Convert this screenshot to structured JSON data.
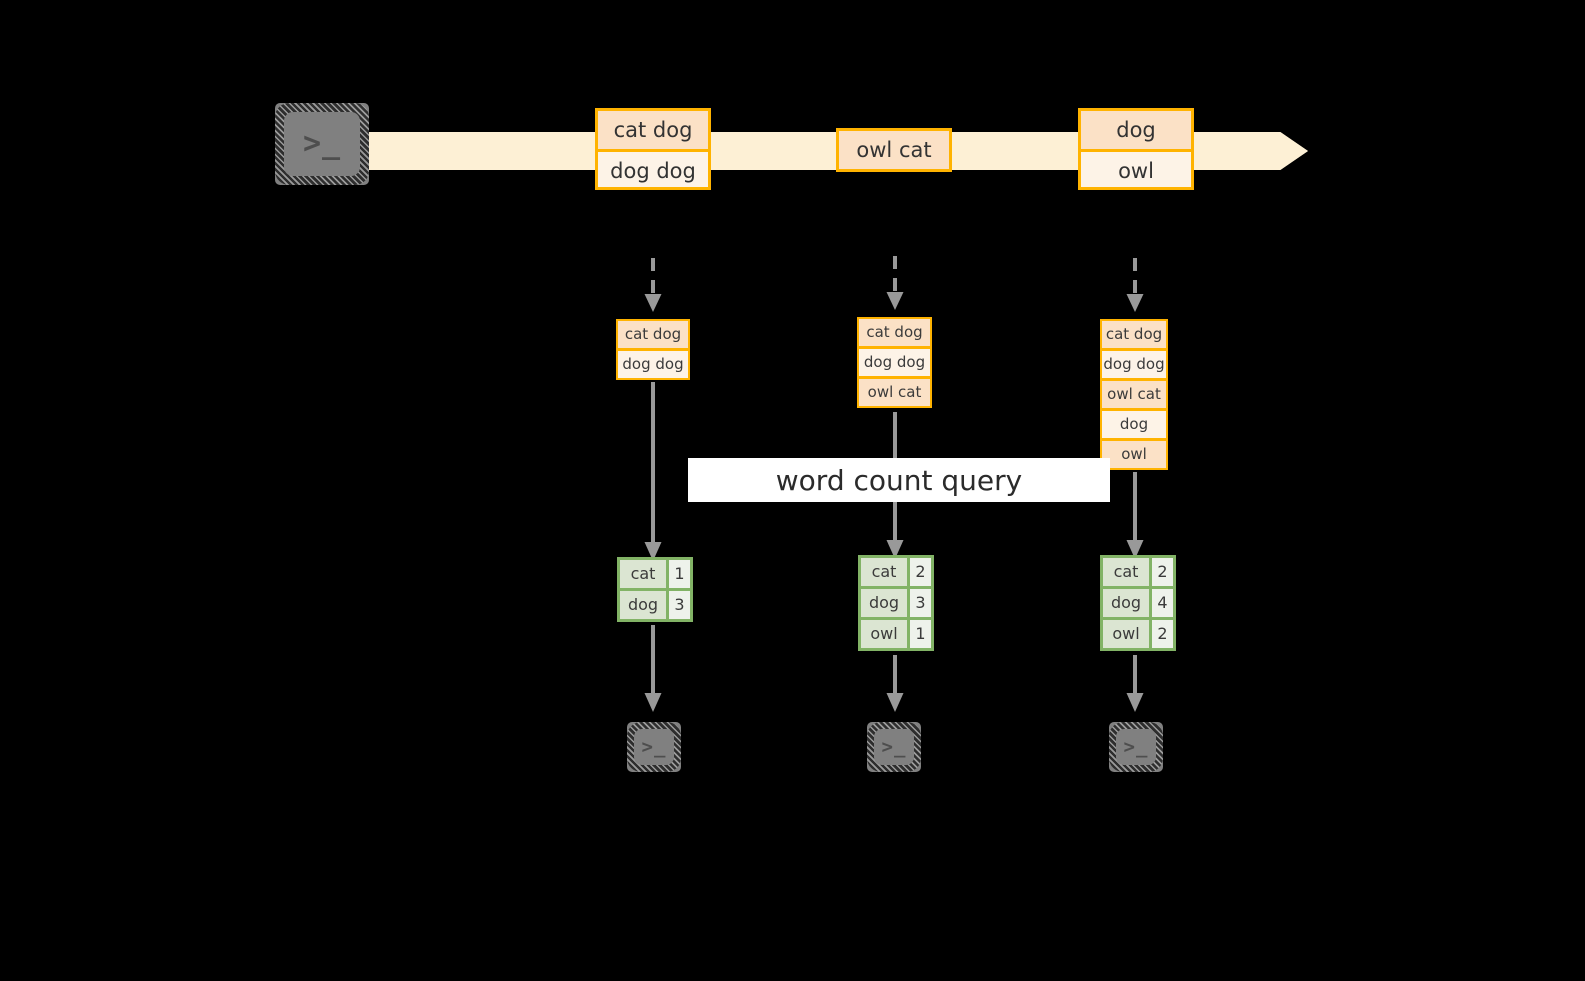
{
  "diagram": {
    "title": "event stream word count materialized views",
    "colors": {
      "background": "#000000",
      "stream_band": "#fdf0d5",
      "event_border": "#ffb300",
      "event_fill_dark": "#fbe1c6",
      "event_fill_light": "#fdf3e7",
      "result_border": "#82b366",
      "result_fill_word": "#dbe5d2",
      "result_fill_count": "#eef2eb",
      "arrow_gray": "#999999",
      "terminal_gray": "#808080",
      "label_background": "#ffffff"
    }
  },
  "producer": {
    "icon": "terminal-icon",
    "glyph": ">_"
  },
  "stream": {
    "icon": "arrow-right-icon",
    "events": [
      {
        "name": "event-group-1",
        "offset_class": "top",
        "rows": [
          {
            "text": "cat dog",
            "shade": "dark"
          },
          {
            "text": "dog dog",
            "shade": "light"
          }
        ]
      },
      {
        "name": "event-group-2",
        "offset_class": "middle",
        "rows": [
          {
            "text": "owl cat",
            "shade": "dark"
          }
        ]
      },
      {
        "name": "event-group-3",
        "offset_class": "top",
        "rows": [
          {
            "text": "dog",
            "shade": "dark"
          },
          {
            "text": "owl",
            "shade": "light"
          }
        ]
      }
    ]
  },
  "query": {
    "label": "word count query"
  },
  "snapshots": [
    {
      "name": "snapshot-1",
      "log_rows": [
        {
          "text": "cat dog",
          "shade": "dark"
        },
        {
          "text": "dog dog",
          "shade": "light"
        }
      ],
      "result_rows": [
        {
          "word": "cat",
          "count": "1"
        },
        {
          "word": "dog",
          "count": "3"
        }
      ],
      "consumer": {
        "icon": "terminal-icon",
        "glyph": ">_"
      }
    },
    {
      "name": "snapshot-2",
      "log_rows": [
        {
          "text": "cat dog",
          "shade": "dark"
        },
        {
          "text": "dog dog",
          "shade": "light"
        },
        {
          "text": "owl cat",
          "shade": "dark"
        }
      ],
      "result_rows": [
        {
          "word": "cat",
          "count": "2"
        },
        {
          "word": "dog",
          "count": "3"
        },
        {
          "word": "owl",
          "count": "1"
        }
      ],
      "consumer": {
        "icon": "terminal-icon",
        "glyph": ">_"
      }
    },
    {
      "name": "snapshot-3",
      "log_rows": [
        {
          "text": "cat dog",
          "shade": "dark"
        },
        {
          "text": "dog dog",
          "shade": "light"
        },
        {
          "text": "owl cat",
          "shade": "dark"
        },
        {
          "text": "dog",
          "shade": "light"
        },
        {
          "text": "owl",
          "shade": "dark"
        }
      ],
      "result_rows": [
        {
          "word": "cat",
          "count": "2"
        },
        {
          "word": "dog",
          "count": "4"
        },
        {
          "word": "owl",
          "count": "2"
        }
      ],
      "consumer": {
        "icon": "terminal-icon",
        "glyph": ">_"
      }
    }
  ]
}
